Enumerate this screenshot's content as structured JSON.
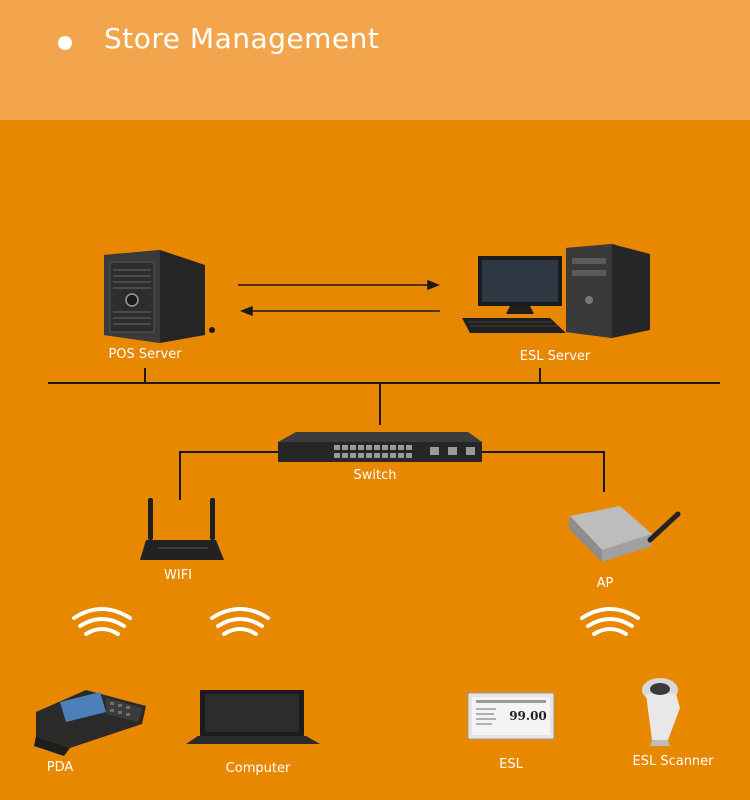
{
  "header": {
    "title": "Store Management"
  },
  "devices": {
    "pos_server": "POS Server",
    "esl_server": "ESL Server",
    "switch": "Switch",
    "wifi": "WIFI",
    "ap": "AP",
    "pda": "PDA",
    "computer": "Computer",
    "esl": "ESL",
    "esl_scanner": "ESL Scanner"
  },
  "esl_tag": {
    "price": "99.00"
  },
  "colors": {
    "background": "#e88700",
    "header": "#f2a54c",
    "lines": "#1a1a1a",
    "text": "#ffffff"
  }
}
